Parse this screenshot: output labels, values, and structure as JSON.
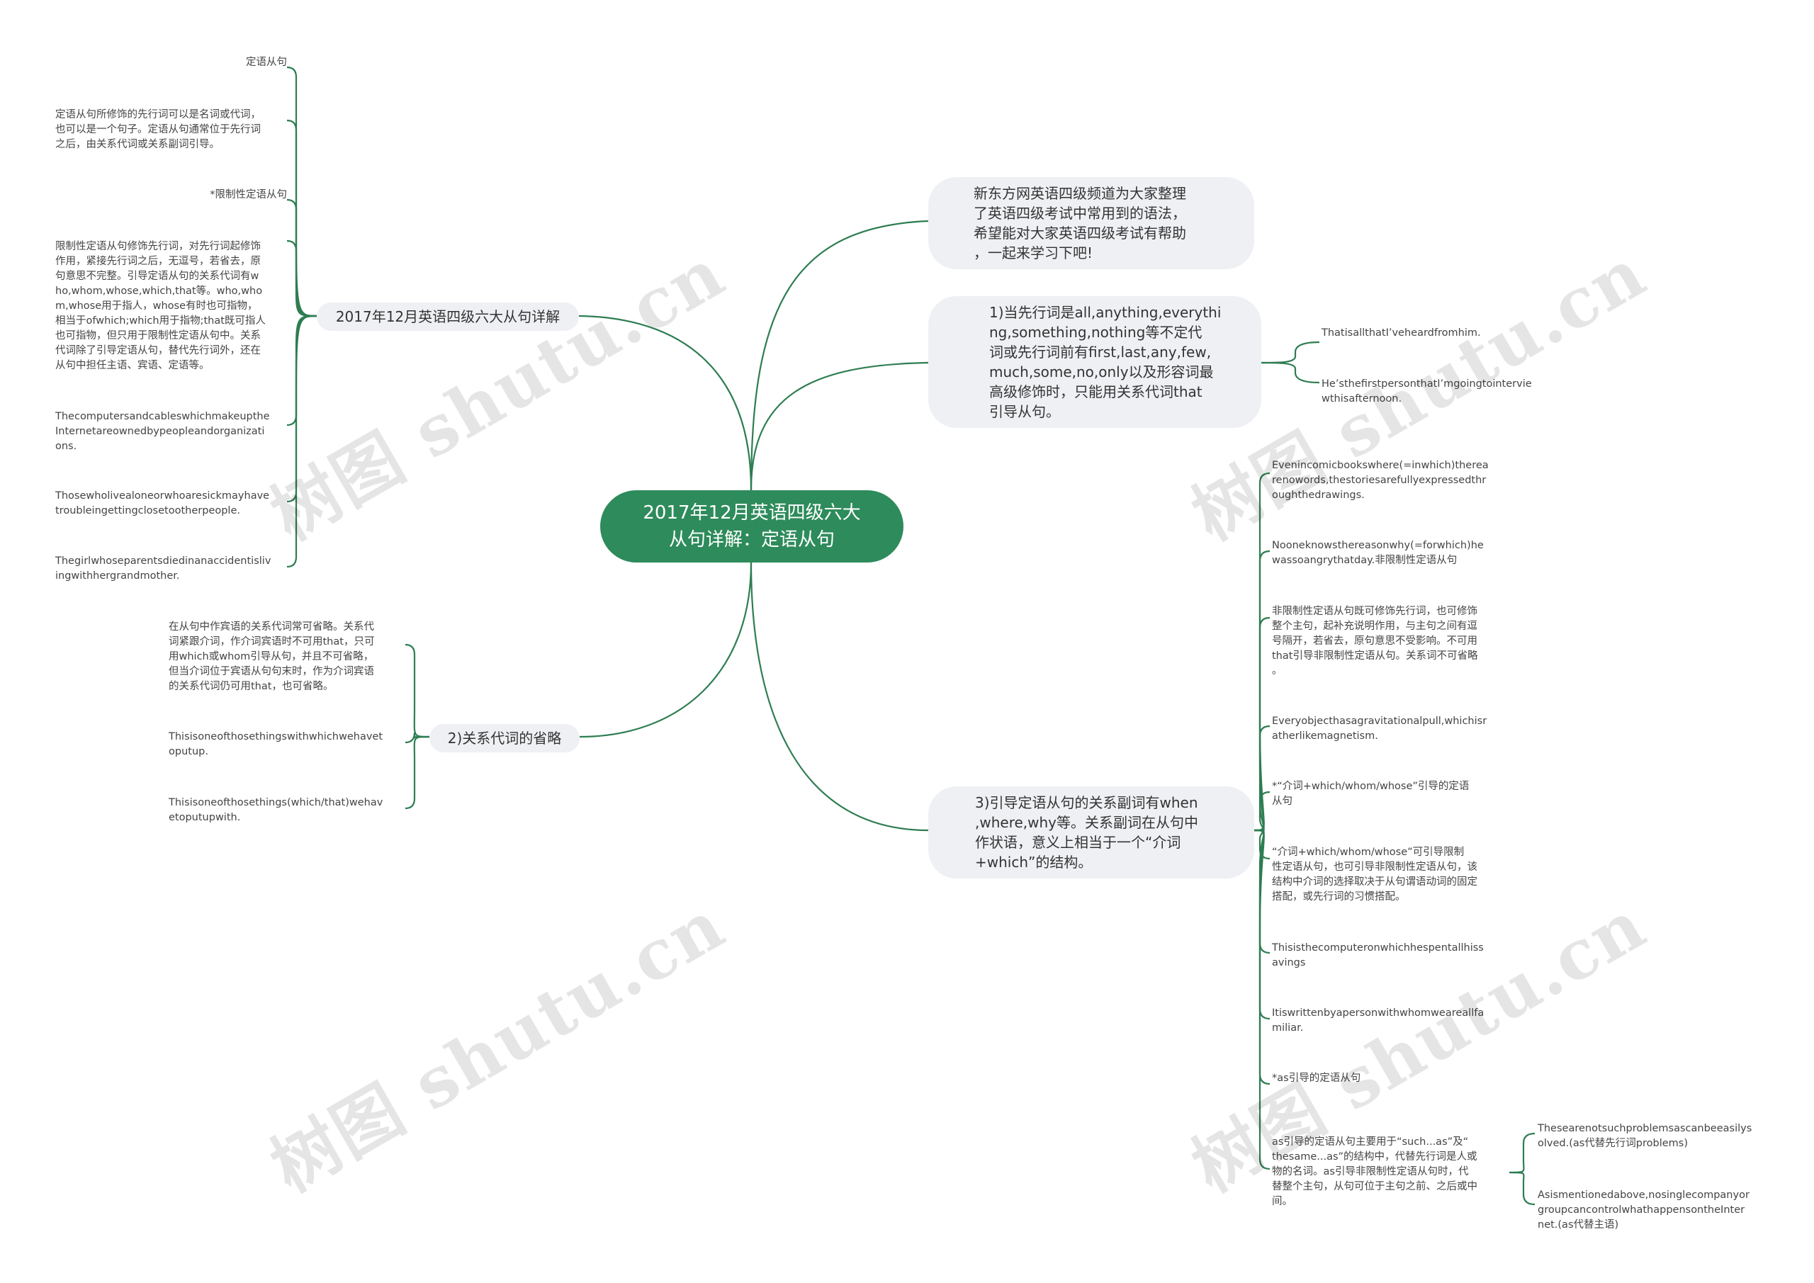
{
  "root": {
    "title": "2017年12月英语四级六大\n从句详解：定语从句"
  },
  "branches": {
    "intro": "新东方网英语四级频道为大家整理\n了英语四级考试中常用到的语法，\n希望能对大家英语四级考试有帮助\n，一起来学习下吧!",
    "rule1": "1)当先行词是all,anything,everythi\nng,something,nothing等不定代\n词或先行词前有first,last,any,few,\nmuch,some,no,only以及形容词最\n高级修饰时，只能用关系代词that\n引导从句。",
    "rule3": "3)引导定语从句的关系副词有when\n,where,why等。关系副词在从句中\n作状语，意义上相当于一个“介词\n+which”的结构。",
    "detail": "2017年12月英语四级六大从句详解",
    "omission": "2)关系代词的省略"
  },
  "rule1_leaves": [
    "ThatisallthatI’veheardfromhim.",
    "He’sthefirstpersonthatI’mgoingtointervie\nwthisafternoon."
  ],
  "detail_leaves": [
    "定语从句",
    "定语从句所修饰的先行词可以是名词或代词，\n也可以是一个句子。定语从句通常位于先行词\n之后，由关系代词或关系副词引导。",
    "*限制性定语从句",
    "限制性定语从句修饰先行词，对先行词起修饰\n作用，紧接先行词之后，无逗号，若省去，原\n句意思不完整。引导定语从句的关系代词有w\nho,whom,whose,which,that等。who,who\nm,whose用于指人，whose有时也可指物，\n相当于ofwhich;which用于指物;that既可指人\n也可指物，但只用于限制性定语从句中。关系\n代词除了引导定语从句，替代先行词外，还在\n从句中担任主语、宾语、定语等。",
    "Thecomputersandcableswhichmakeupthe\nInternetareownedbypeopleandorganizati\nons.",
    "Thosewholivealoneorwhoaresickmayhave\ntroubleingettingclosetootherpeople.",
    "Thegirlwhoseparentsdiedinanaccidentisliv\ningwithhergrandmother."
  ],
  "omission_leaves": [
    "在从句中作宾语的关系代词常可省略。关系代\n词紧跟介词，作介词宾语时不可用that，只可\n用which或whom引导从句，并且不可省略，\n但当介词位于宾语从句句末时，作为介词宾语\n的关系代词仍可用that，也可省略。",
    "Thisisoneofthosethingswithwhichwehavet\noputup.",
    "Thisisoneofthosethings(which/that)wehav\netoputupwith."
  ],
  "rule3_leaves": [
    "Evenincomicbookswhere(=inwhich)therea\nrenowords,thestoriesarefullyexpressedthr\noughthedrawings.",
    "Nooneknowsthereasonwhy(=forwhich)he\nwassoangrythatday.非限制性定语从句",
    "非限制性定语从句既可修饰先行词，也可修饰\n整个主句，起补充说明作用，与主句之间有逗\n号隔开，若省去，原句意思不受影响。不可用\nthat引导非限制性定语从句。关系词不可省略\n。",
    "Everyobjecthasagravitationalpull,whichisr\natherlikemagnetism.",
    "*“介词+which/whom/whose”引导的定语\n从句",
    "“介词+which/whom/whose”可引导限制\n性定语从句，也可引导非限制性定语从句，该\n结构中介词的选择取决于从句谓语动词的固定\n搭配，或先行词的习惯搭配。",
    "Thisisthecomputeronwhichhespentallhiss\navings",
    "Itiswrittenbyapersonwithwhomweareallfa\nmiliar.",
    "*as引导的定语从句",
    "as引导的定语从句主要用于“such...as”及“\nthesame...as”的结构中，代替先行词是人或\n物的名词。as引导非限制性定语从句时，代\n替整个主句，从句可位于主句之前、之后或中\n间。"
  ],
  "as_leaves": [
    "Thesearenotsuchproblemsascanbeeasilys\nolved.(as代替先行词problems)",
    "Asismentionedabove,nosinglecompanyor\ngroupcancontrolwhathappensontheInter\nnet.(as代替主语)"
  ],
  "watermark": "树图 shutu.cn",
  "colors": {
    "root": "#2e8b5b",
    "line": "#2e7d52",
    "pill": "#eef0f3"
  }
}
